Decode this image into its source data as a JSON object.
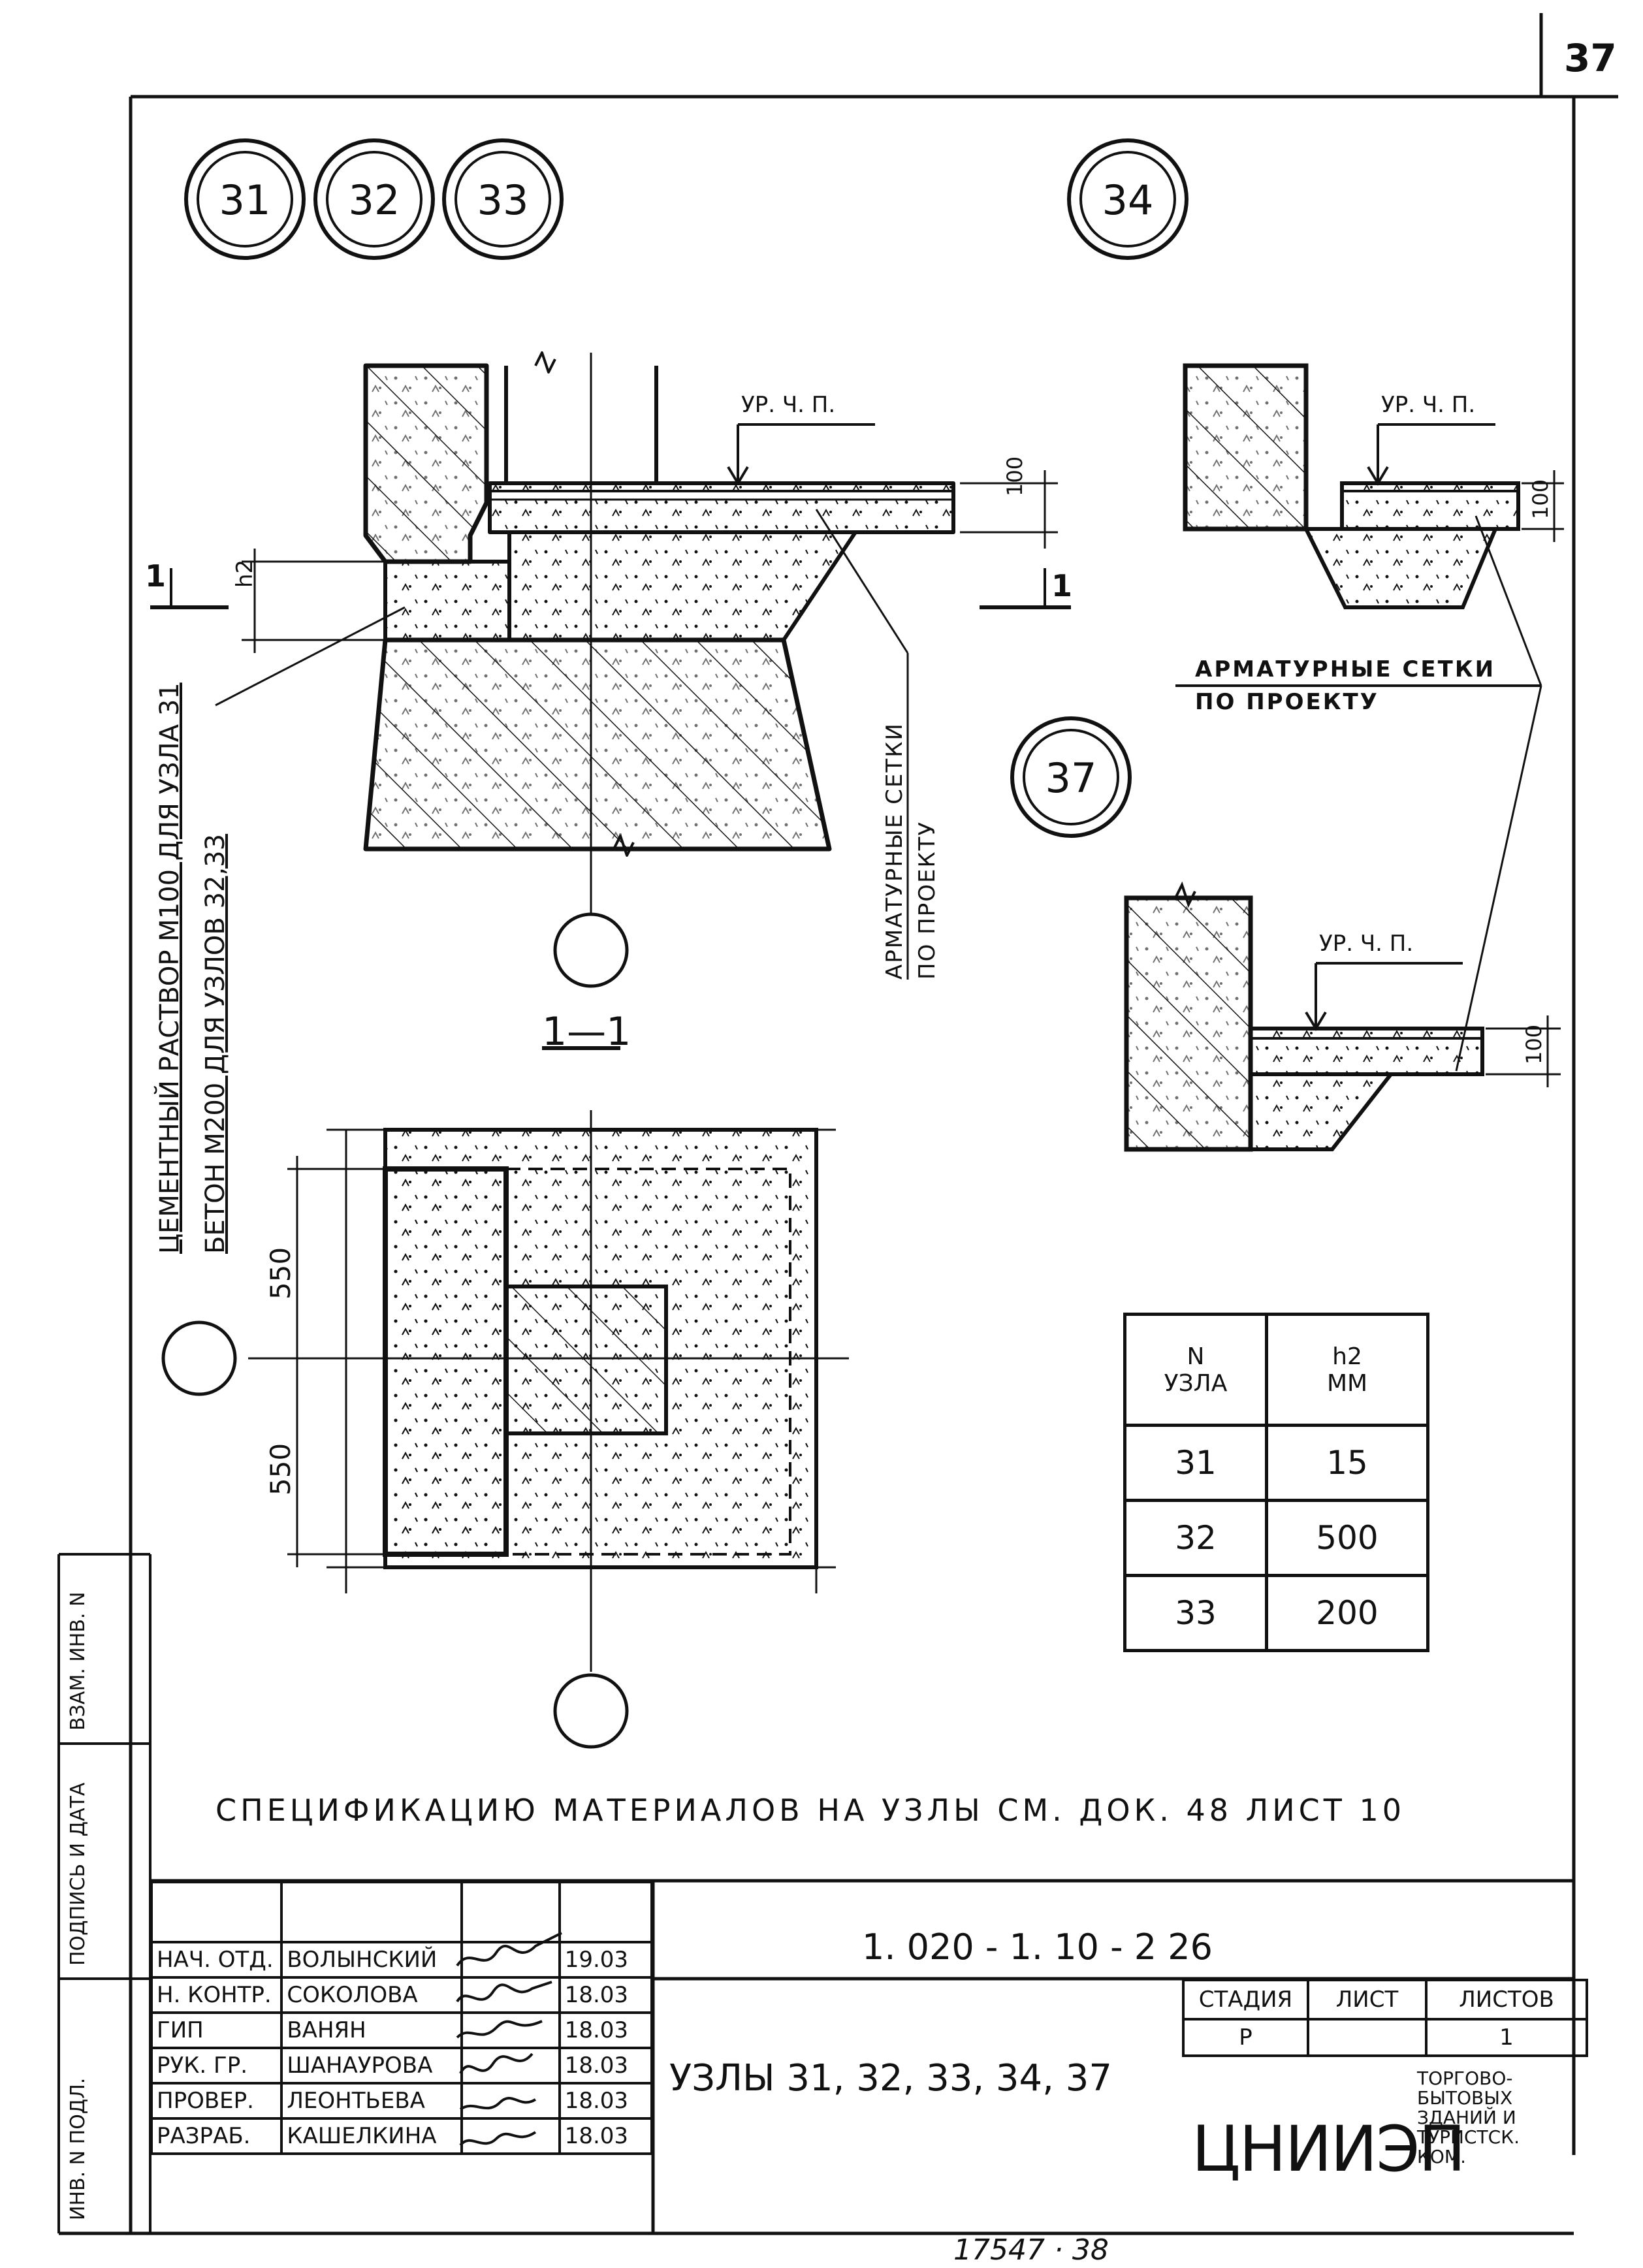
{
  "page_number": "37",
  "node_badges": [
    "31",
    "32",
    "33",
    "34",
    "37"
  ],
  "labels": {
    "floor_level": "УР. Ч. П.",
    "dim_100": "100",
    "section_mark": "1",
    "h2": "h2",
    "rebar_vertical": [
      "АРМАТУРНЫЕ СЕТКИ",
      "ПО ПРОЕКТУ"
    ],
    "rebar_right": [
      "АРМАТУРНЫЕ СЕТКИ",
      "ПО ПРОЕКТУ"
    ],
    "mortar_note": [
      "ЦЕМЕНТНЫЙ РАСТВОР М100 ДЛЯ УЗЛА 31",
      "БЕТОН М200 ДЛЯ УЗЛОВ 32,33"
    ],
    "section_title": "1—1",
    "dim_550_top": "550",
    "dim_550_bottom": "550"
  },
  "h2_table": {
    "headers": [
      "N\nУЗЛА",
      "h2\nММ"
    ],
    "rows": [
      [
        "31",
        "15"
      ],
      [
        "32",
        "500"
      ],
      [
        "33",
        "200"
      ]
    ]
  },
  "spec_note": "СПЕЦИФИКАЦИЮ МАТЕРИАЛОВ НА УЗЛЫ СМ. ДОК. 48 ЛИСТ 10",
  "side_stamp": [
    "ИНВ. N ПОДЛ.",
    "ПОДПИСЬ И ДАТА",
    "ВЗАМ. ИНВ. N"
  ],
  "title_block": {
    "doc_code": "1. 020 - 1. 10 - 2  26",
    "title": "УЗЛЫ 31, 32, 33, 34, 37",
    "people": [
      {
        "role": "НАЧ. ОТД.",
        "name": "ВОЛЫНСКИЙ",
        "date": "19.03"
      },
      {
        "role": "Н. КОНТР.",
        "name": "СОКОЛОВА",
        "date": "18.03"
      },
      {
        "role": "ГИП",
        "name": "ВАНЯН",
        "date": "18.03"
      },
      {
        "role": "РУК. ГР.",
        "name": "ШАНАУРОВА",
        "date": "18.03"
      },
      {
        "role": "ПРОВЕР.",
        "name": "ЛЕОНТЬЕВА",
        "date": "18.03"
      },
      {
        "role": "РАЗРАБ.",
        "name": "КАШЕЛКИНА",
        "date": "18.03"
      }
    ],
    "stage_headers": [
      "СТАДИЯ",
      "ЛИСТ",
      "ЛИСТОВ"
    ],
    "stage_values": [
      "Р",
      "",
      "1"
    ],
    "org_logo": "ЦНИИЭП",
    "org_desc": [
      "ТОРГОВО-",
      "БЫТОВЫХ",
      "ЗДАНИЙ И",
      "ТУРИСТСК.",
      "КОМ."
    ]
  },
  "footer_number": "17547 · 38"
}
